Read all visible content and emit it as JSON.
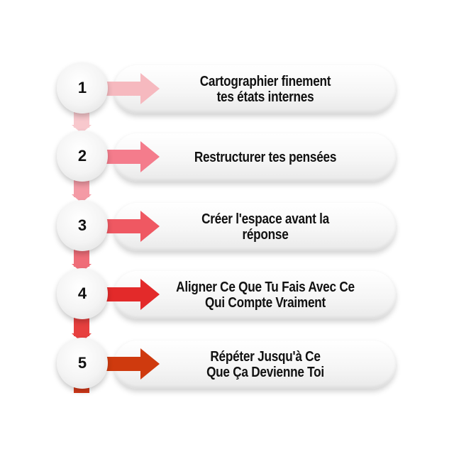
{
  "steps": [
    {
      "number": "1",
      "text": "Cartographier finement\ntes états internes",
      "color": "#f6b9bf"
    },
    {
      "number": "2",
      "text": "Restructurer tes pensées",
      "color": "#f47c8c"
    },
    {
      "number": "3",
      "text": "Créer l'espace avant la\nréponse",
      "color": "#ef5862"
    },
    {
      "number": "4",
      "text": "Aligner Ce Que Tu Fais Avec Ce\nQui Compte Vraiment",
      "color": "#e32a2a"
    },
    {
      "number": "5",
      "text": "Répéter Jusqu'à Ce\nQue Ça Devienne Toi",
      "color": "#cf3a0e"
    }
  ],
  "connector_colors": [
    "#f8c8cd",
    "#f49aa5",
    "#ef6d78",
    "#e7403f",
    "#d4391a"
  ]
}
